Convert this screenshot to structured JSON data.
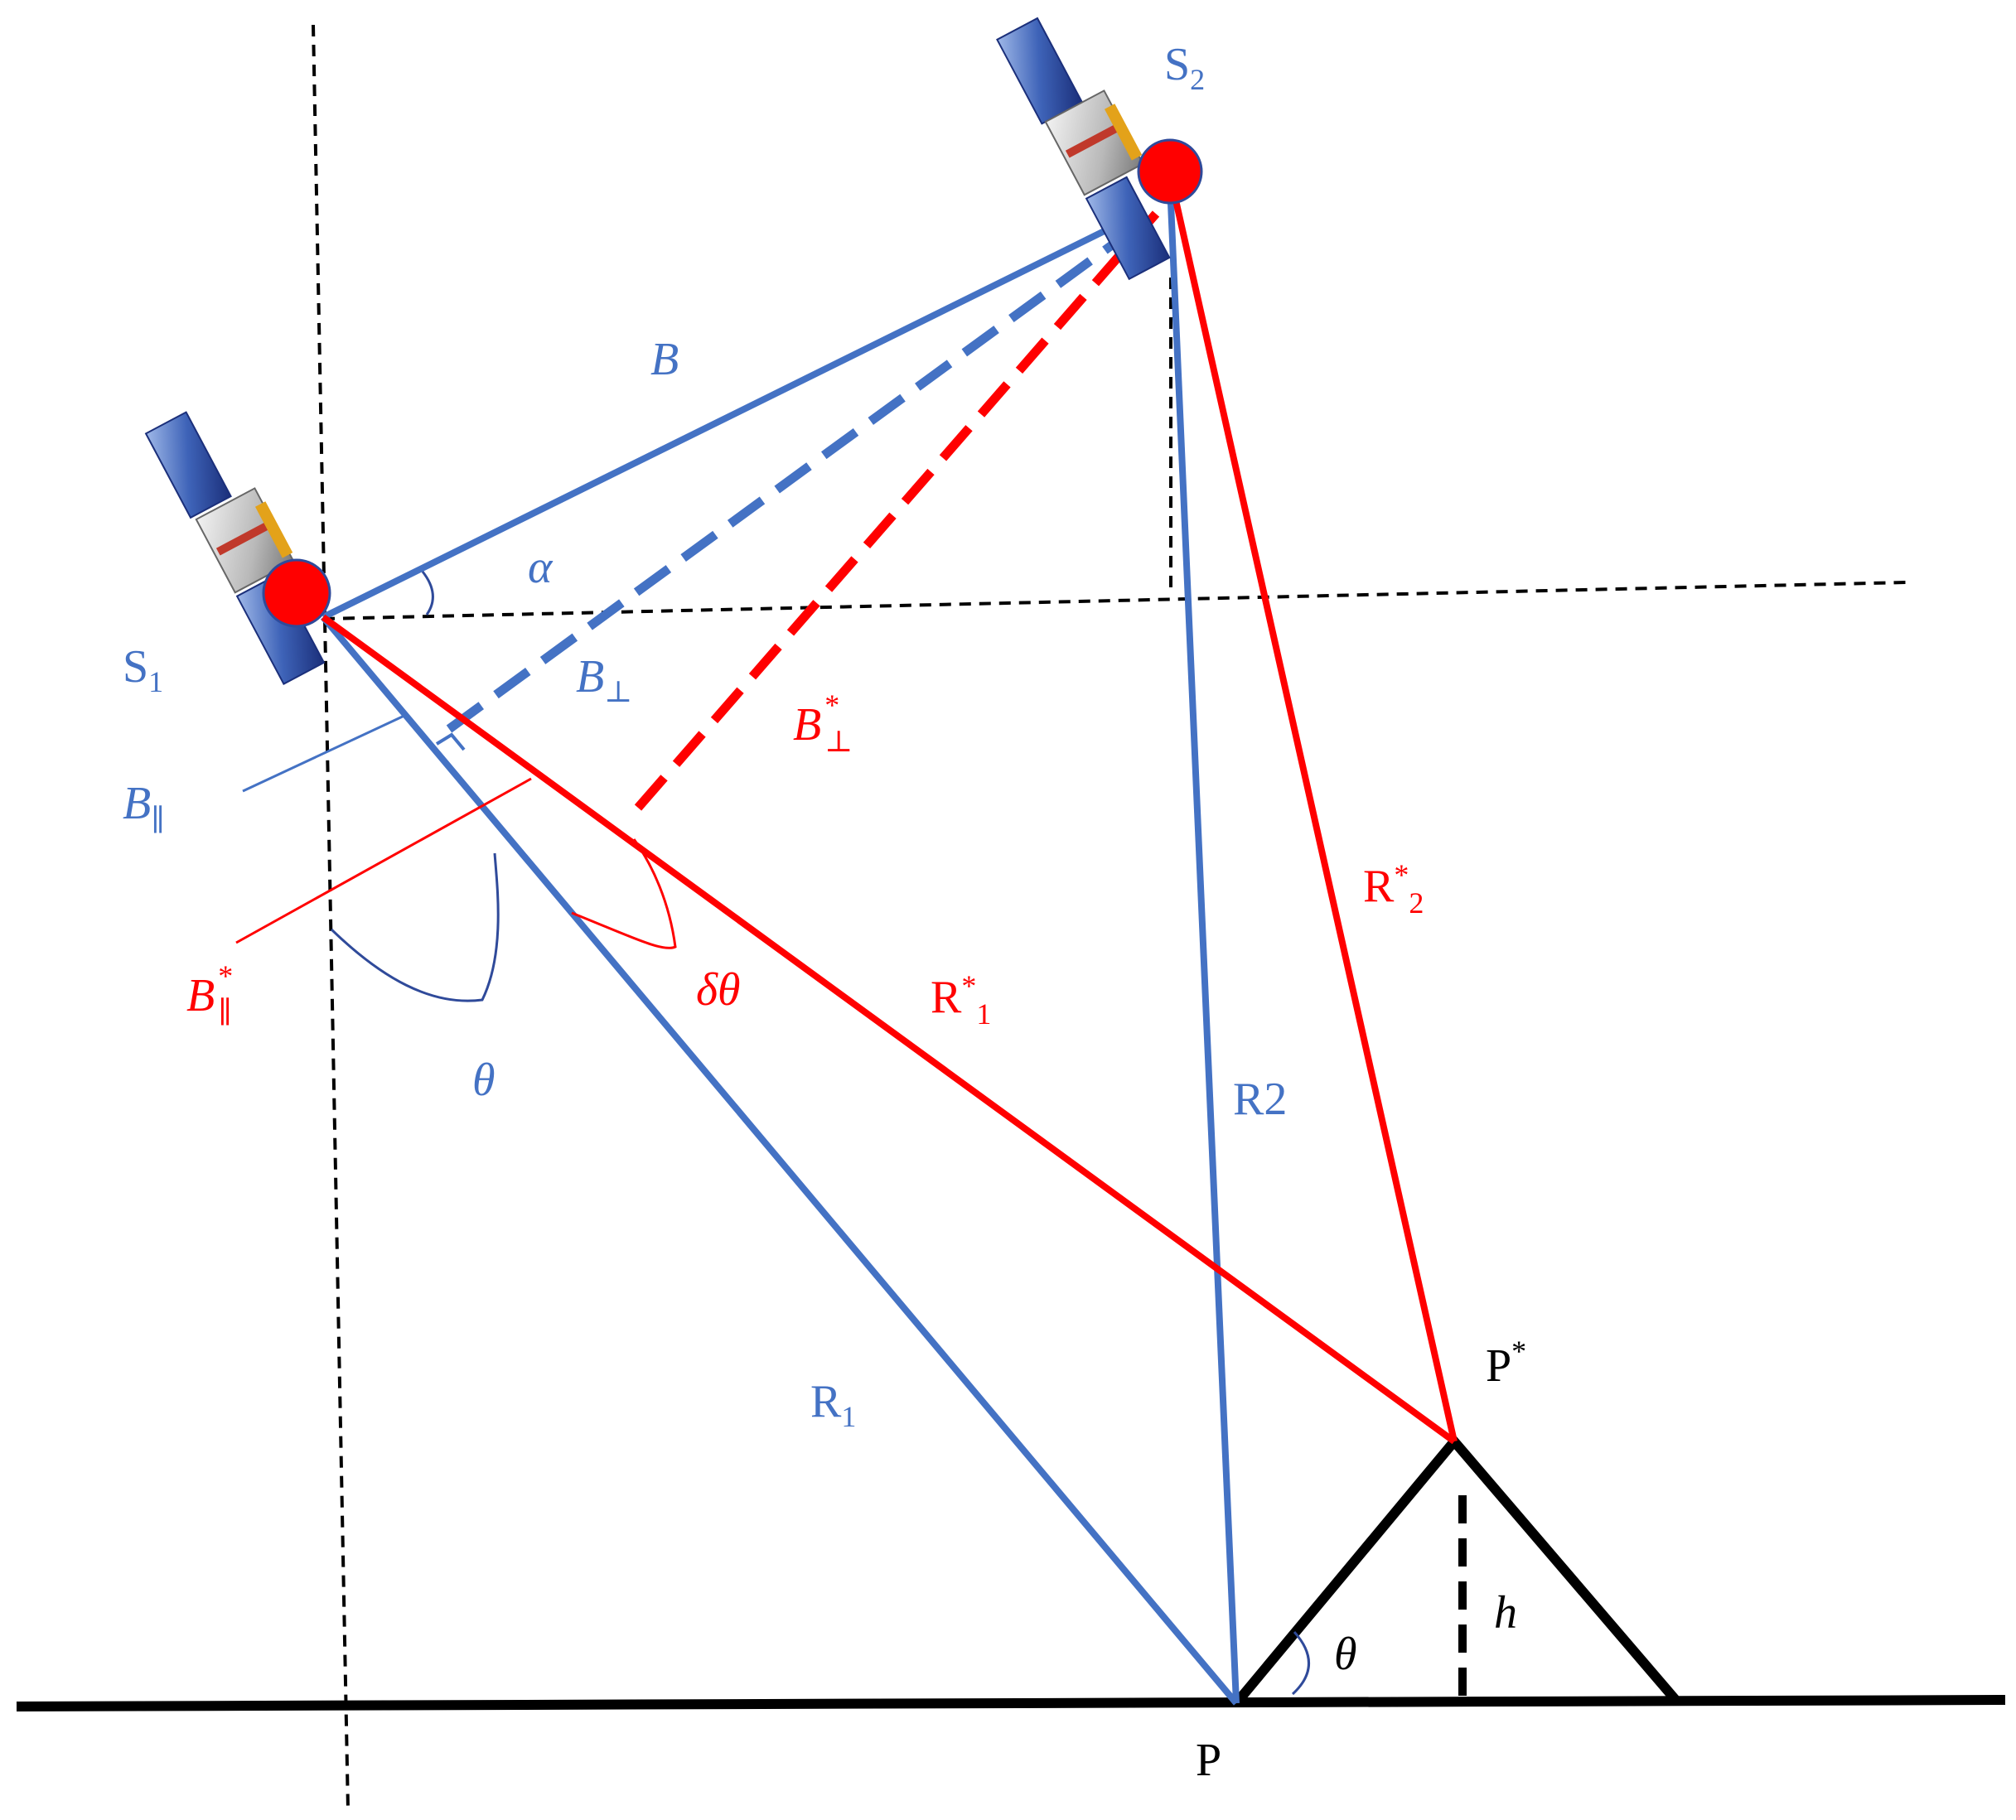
{
  "colors": {
    "blue": "#4472C4",
    "dark_blue": "#2F4A9A",
    "red": "#FF0000",
    "black": "#000000",
    "satellite_dot": "#FF0000"
  },
  "labels": {
    "s1": {
      "main": "S",
      "sub": "1"
    },
    "s2": {
      "main": "S",
      "sub": "2"
    },
    "baseline": "B",
    "alpha": "α",
    "b_perp": {
      "main": "B",
      "sub": "⊥"
    },
    "b_perp_star": {
      "main": "B",
      "sup": "*",
      "sub": "⊥"
    },
    "b_par": {
      "main": "B",
      "sub": "∥"
    },
    "b_par_star": {
      "main": "B",
      "sup": "*",
      "sub": "∥"
    },
    "delta_theta": "δθ",
    "theta": "θ",
    "theta_ground": "θ",
    "r1": {
      "main": "R",
      "sub": "1"
    },
    "r2": "R2",
    "r1_star": {
      "main": "R",
      "sup": "*",
      "sub": "1"
    },
    "r2_star": {
      "main": "R",
      "sup": "*",
      "sub": "2"
    },
    "p": "P",
    "p_star": {
      "main": "P",
      "sup": "*"
    },
    "h": "h"
  },
  "icons": [
    "satellite-s1-icon",
    "satellite-s2-icon"
  ]
}
